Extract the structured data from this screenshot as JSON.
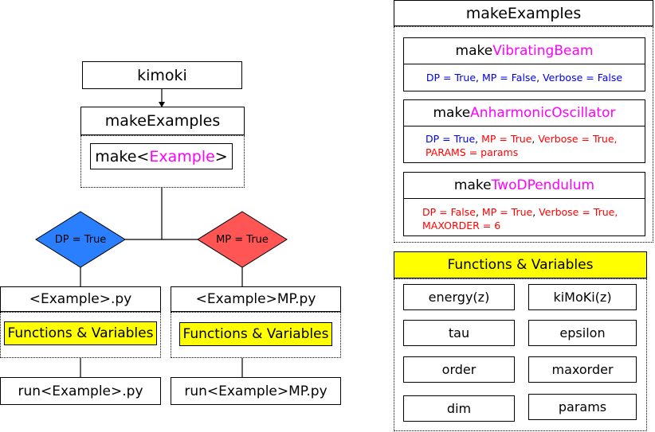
{
  "left": {
    "kimoki": "kimoki",
    "make_examples": "makeExamples",
    "make_prefix": "make<",
    "make_example": "Example",
    "make_suffix": ">",
    "dp_true": "DP = True",
    "mp_true": "MP = True",
    "example_py": "<Example>.py",
    "example_mp_py": "<Example>MP.py",
    "functions_vars": "Functions & Variables",
    "run_example": "run<Example>.py",
    "run_example_mp": "run<Example>MP.py"
  },
  "right": {
    "make_examples": "makeExamples",
    "vibrating": {
      "prefix": "make",
      "name": "VibratingBeam",
      "dp": "DP = True",
      "sep1": ", ",
      "mp": "MP = False",
      "sep2": ", ",
      "verbose": "Verbose = False"
    },
    "anharmonic": {
      "prefix": "make",
      "name": "AnharmonicOscillator",
      "dp": "DP = True",
      "sep1": ", ",
      "mp": "MP = True",
      "sep2": ", ",
      "verbose": "Verbose = True,",
      "params": "PARAMS = params"
    },
    "twod": {
      "prefix": "make",
      "name": "TwoDPendulum",
      "dp": "DP = False",
      "sep1": ", ",
      "mp": "MP = True",
      "sep2": ", ",
      "verbose": "Verbose = True,",
      "maxorder": "MAXORDER = 6"
    },
    "functions_vars": "Functions & Variables",
    "items": [
      "energy(z)",
      "kiMoKi(z)",
      "tau",
      "epsilon",
      "order",
      "maxorder",
      "dim",
      "params"
    ]
  },
  "colors": {
    "dp_diamond": "#2a7fff",
    "mp_diamond": "#ff5555",
    "highlight": "#ffff00",
    "magenta": "#ff00ff",
    "blue": "#0000ee",
    "red": "#ff0000"
  }
}
